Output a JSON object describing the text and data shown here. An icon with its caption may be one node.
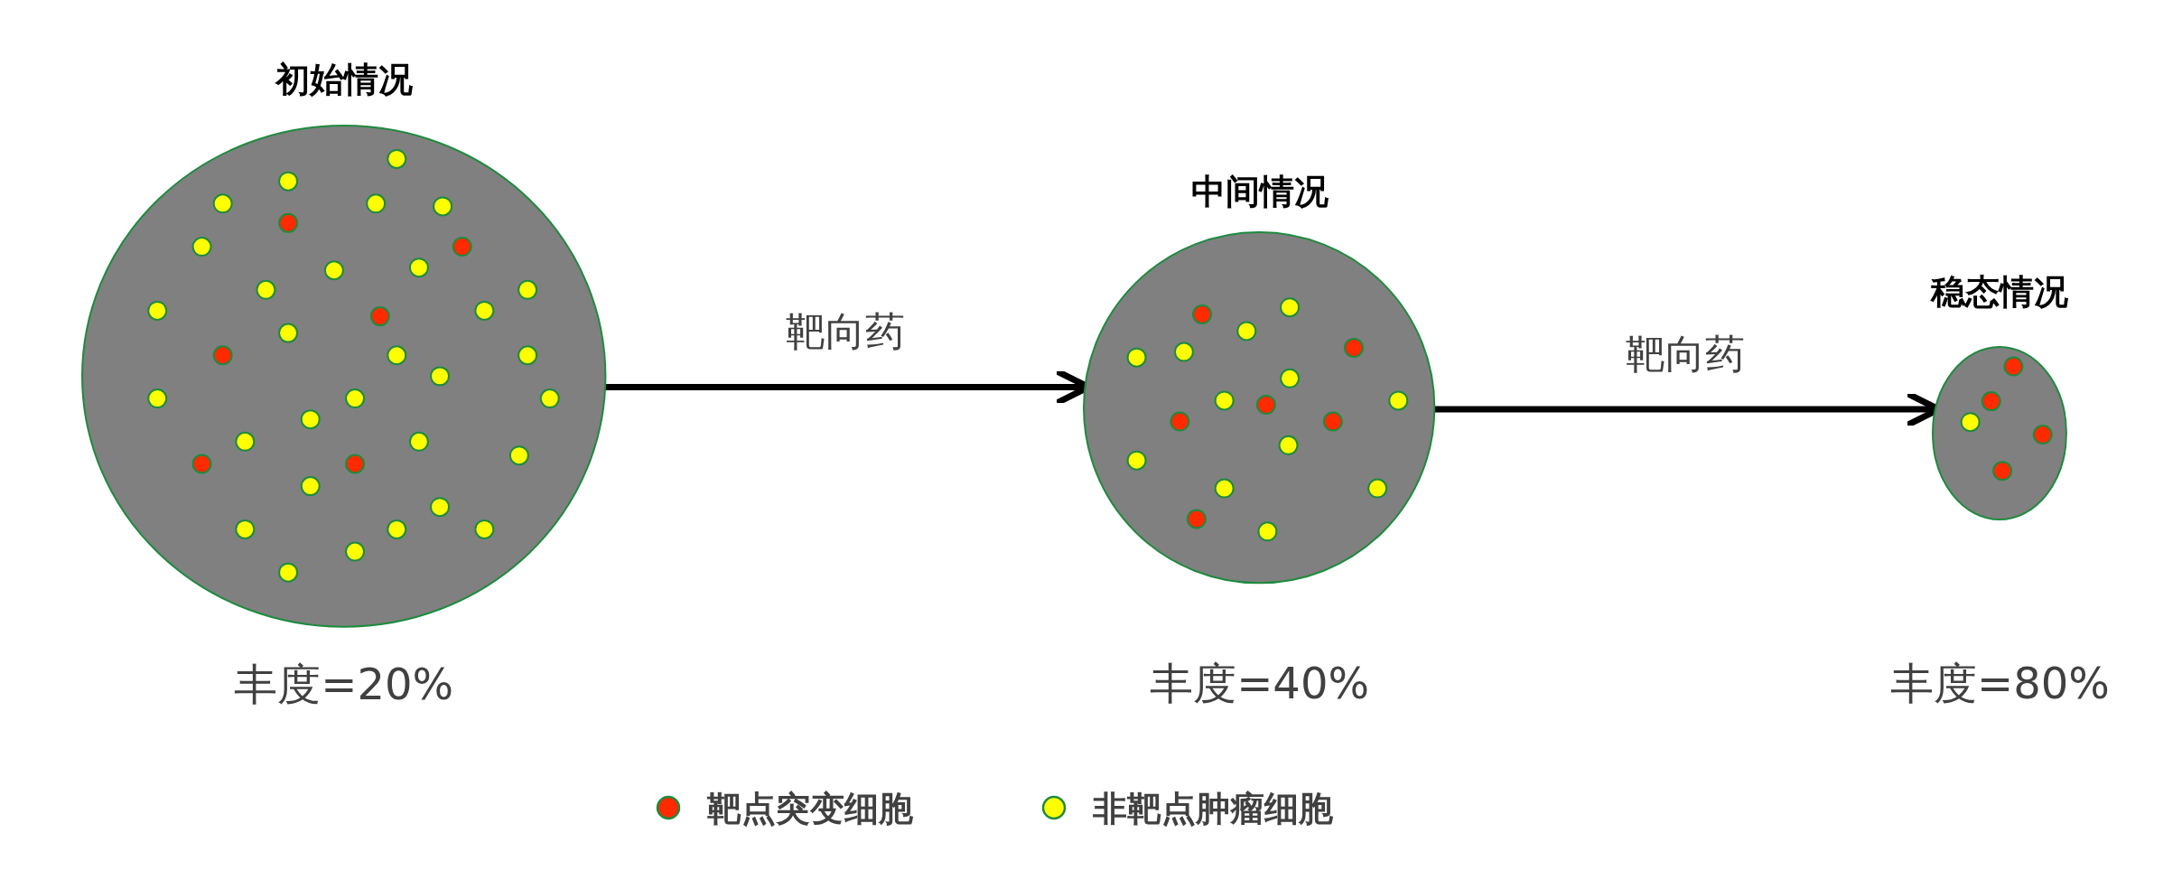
{
  "diagram": {
    "nodes": [
      {
        "text": [
          "初始情况"
        ],
        "beside": [
          "丰度=20%"
        ]
      },
      {
        "text": [
          "中间情况"
        ],
        "beside": [
          "丰度=40%"
        ]
      },
      {
        "text": [
          "稳态情况"
        ],
        "beside": [
          "丰度=80%"
        ]
      }
    ],
    "edges": [
      {
        "from": 0,
        "to": 1,
        "arrow": "to",
        "label": "靶向药"
      },
      {
        "from": 1,
        "to": 2,
        "arrow": "to",
        "label": "靶向药"
      }
    ],
    "legend": [
      {
        "text": "靶点突变细胞",
        "color": "#ff2a00"
      },
      {
        "text": "非靶点肿瘤细胞",
        "color": "#ffff00"
      }
    ]
  }
}
